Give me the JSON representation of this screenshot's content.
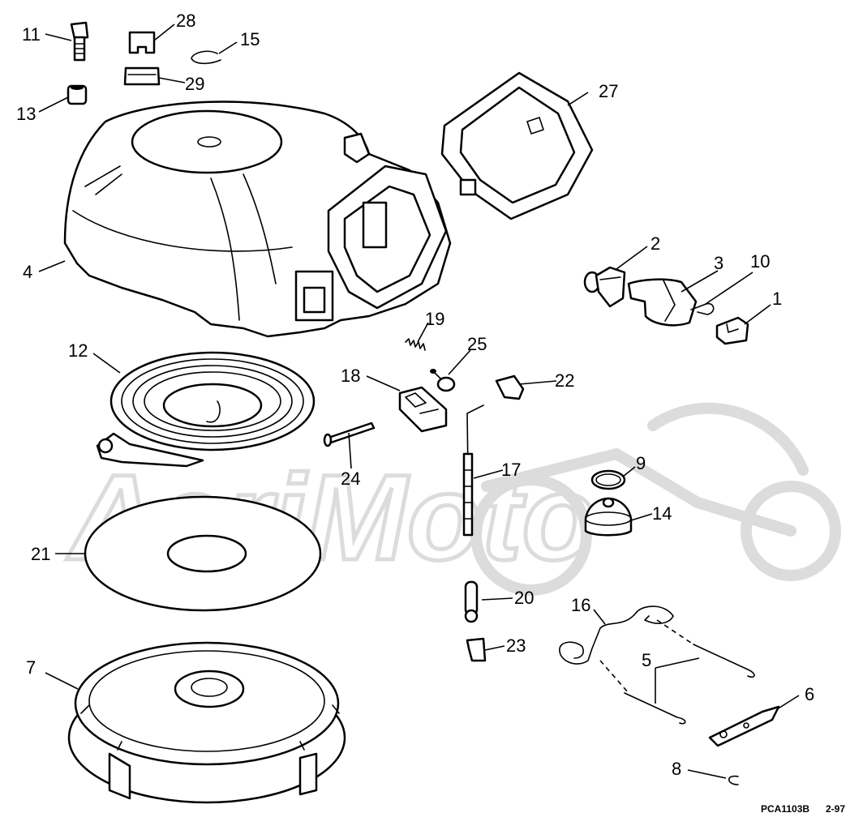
{
  "diagram": {
    "callouts": {
      "c1": "1",
      "c2": "2",
      "c3": "3",
      "c4": "4",
      "c5": "5",
      "c6": "6",
      "c7": "7",
      "c8": "8",
      "c9": "9",
      "c10": "10",
      "c11": "11",
      "c12": "12",
      "c13": "13",
      "c14": "14",
      "c15": "15",
      "c16": "16",
      "c17": "17",
      "c18": "18",
      "c19": "19",
      "c20": "20",
      "c21": "21",
      "c22": "22",
      "c23": "23",
      "c24": "24",
      "c25": "25",
      "c27": "27",
      "c28": "28",
      "c29": "29"
    },
    "footer": {
      "code": "PCA1103B",
      "date": "2-97"
    },
    "watermark": {
      "text": "AeriMoto"
    }
  }
}
